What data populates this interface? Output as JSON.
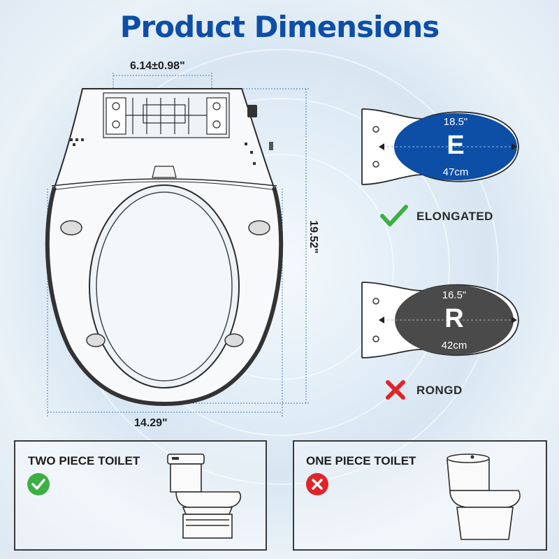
{
  "title": "Product Dimensions",
  "seat": {
    "hinge_width": "6.14±0.98\"",
    "length": "19.52\"",
    "width": "14.29\""
  },
  "shapes": {
    "elongated": {
      "letter": "E",
      "length_in": "18.5\"",
      "length_cm": "47cm",
      "status_label": "ELONGATED",
      "fill_color": "#0d4ea6",
      "status": "check"
    },
    "round": {
      "letter": "R",
      "length_in": "16.5\"",
      "length_cm": "42cm",
      "status_label": "RONGD",
      "fill_color": "#4a4a4a",
      "status": "cross"
    }
  },
  "toilets": {
    "two_piece": {
      "label": "TWO PIECE TOILET",
      "status": "check",
      "icon": "check-circle-icon"
    },
    "one_piece": {
      "label": "ONE PIECE TOILET",
      "status": "cross",
      "icon": "cross-circle-icon"
    }
  },
  "colors": {
    "accent": "#0e4ea6",
    "check": "#3cb043",
    "cross": "#e0242b"
  }
}
